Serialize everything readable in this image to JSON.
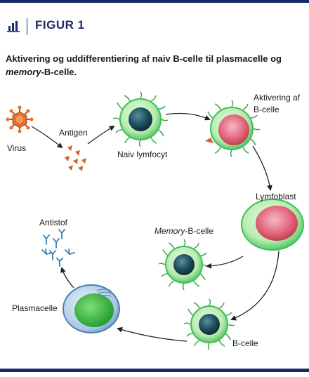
{
  "figure": {
    "label": "FIGUR 1",
    "icon": "bar-chart-icon",
    "caption_line1": "Aktivering og uddifferentiering af naiv B-celle til plasmacelle og",
    "caption_line2_italic": "memory",
    "caption_line2_rest": "-B-celle."
  },
  "labels": {
    "virus": "Virus",
    "antigen": "Antigen",
    "naive": "Naiv lymfocyt",
    "activation_line1": "Aktivering af",
    "activation_line2": "B-celle",
    "lymphoblast": "Lymfoblast",
    "memory_italic": "Memory",
    "memory_rest": "-B-celle",
    "bcell": "B-celle",
    "plasma": "Plasmacelle",
    "antibody": "Antistof"
  },
  "colors": {
    "brand": "#1b2a6b",
    "cell_green": "#3fbf5a",
    "nucleus_teal": "#1d4f5e",
    "pink_nucleus": "#e0607a",
    "virus_orange": "#e07030"
  }
}
